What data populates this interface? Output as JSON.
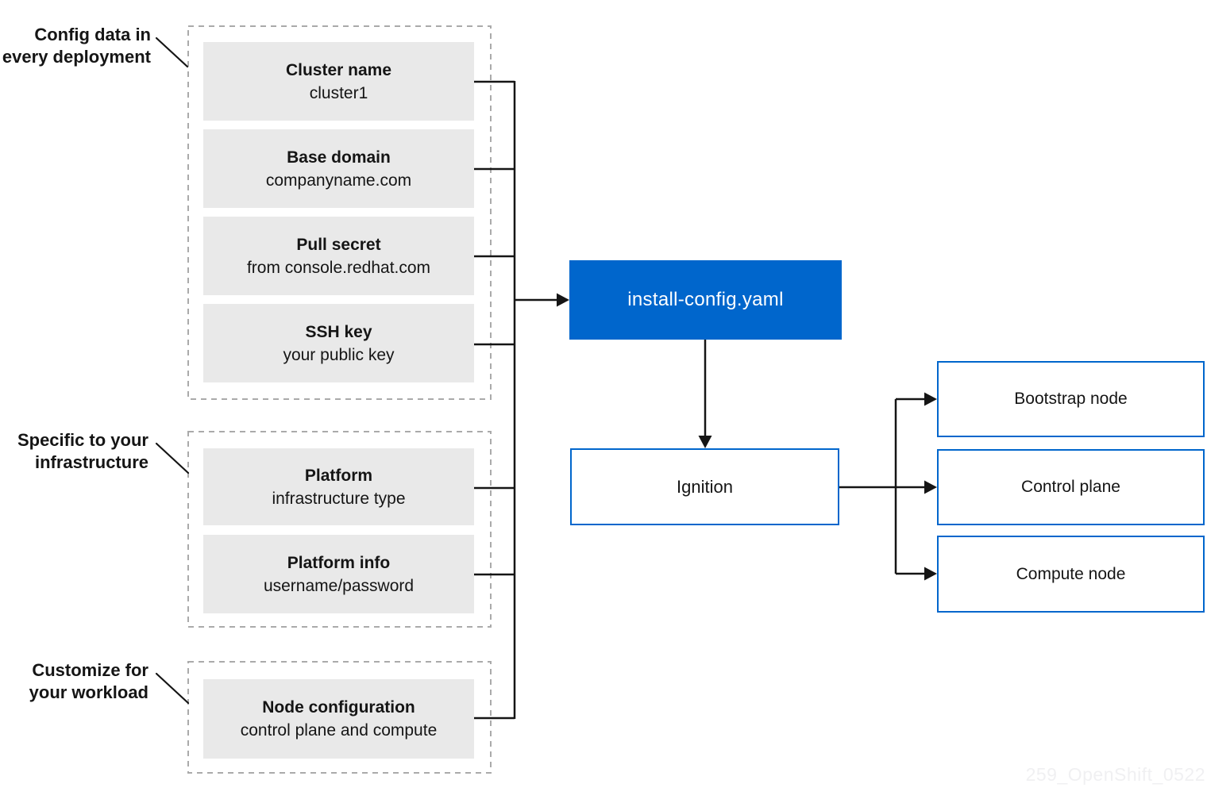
{
  "colors": {
    "accent_blue": "#0066cc",
    "line": "#151515",
    "text": "#151515",
    "box_fill": "#e9e9e9",
    "dash_border": "#aaaaaa",
    "watermark": "#f0f0f2"
  },
  "annotations": [
    {
      "line1": "Config data in",
      "line2": "every deployment"
    },
    {
      "line1": "Specific to your",
      "line2": "infrastructure"
    },
    {
      "line1": "Customize for",
      "line2": "your workload"
    }
  ],
  "groups": [
    {
      "id": "config-data",
      "items": [
        {
          "title": "Cluster name",
          "subtitle": "cluster1"
        },
        {
          "title": "Base domain",
          "subtitle": "companyname.com"
        },
        {
          "title": "Pull secret",
          "subtitle": "from console.redhat.com"
        },
        {
          "title": "SSH key",
          "subtitle": "your public key"
        }
      ]
    },
    {
      "id": "infrastructure",
      "items": [
        {
          "title": "Platform",
          "subtitle": "infrastructure type"
        },
        {
          "title": "Platform info",
          "subtitle": "username/password"
        }
      ]
    },
    {
      "id": "workload",
      "items": [
        {
          "title": "Node configuration",
          "subtitle": "control plane and compute"
        }
      ]
    }
  ],
  "flow": {
    "install_config_label": "install-config.yaml",
    "ignition_label": "Ignition",
    "nodes": [
      "Bootstrap node",
      "Control plane",
      "Compute node"
    ]
  },
  "watermark": "259_OpenShift_0522"
}
